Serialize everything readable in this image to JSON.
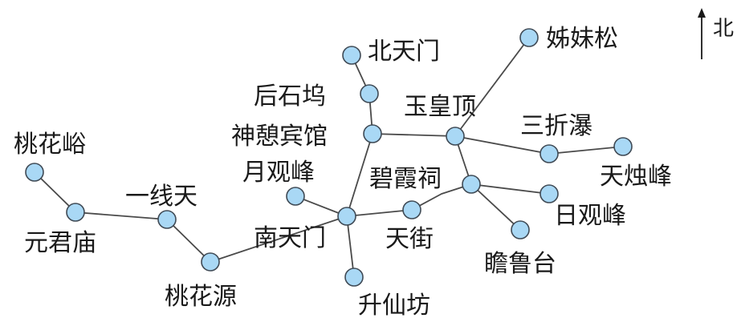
{
  "map": {
    "north_label": "北",
    "places": {
      "beitianmen": "北天门",
      "zimeisong": "姊妹松",
      "houshiwu": "后石坞",
      "yuhuangding": "玉皇顶",
      "shenqibinguan": "神憩宾馆",
      "sanzhepu": "三折瀑",
      "tianzhufeng": "天烛峰",
      "taohuayu": "桃花峪",
      "yuefeng": "月观峰",
      "bixiaci": "碧霞祠",
      "yixiantian": "一线天",
      "riguanfeng": "日观峰",
      "yuanjunmiao": "元君庙",
      "nantianmen": "南天门",
      "tianjie": "天街",
      "zhanlutai": "瞻鲁台",
      "taohuayuan": "桃花源",
      "shengxianfang": "升仙坊"
    }
  }
}
